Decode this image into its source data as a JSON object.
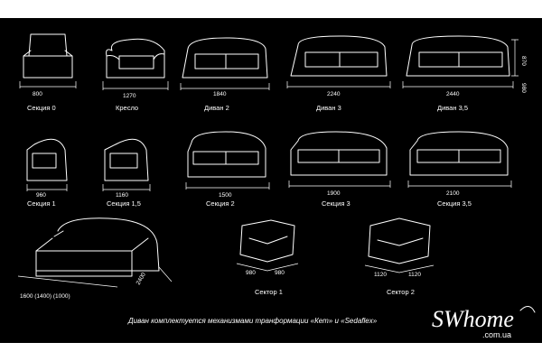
{
  "items": [
    {
      "label": "Секция 0",
      "dim": "800"
    },
    {
      "label": "Кресло",
      "dim": "1270"
    },
    {
      "label": "Диван 2",
      "dim": "1840"
    },
    {
      "label": "Диван 3",
      "dim": "2240"
    },
    {
      "label": "Диван 3,5",
      "dim": "2440",
      "depth": "980",
      "height": "870"
    },
    {
      "label": "Секция 1",
      "dim": "960"
    },
    {
      "label": "Секция 1,5",
      "dim": "1160"
    },
    {
      "label": "Секция 2",
      "dim": "1500"
    },
    {
      "label": "Секция 3",
      "dim": "1900"
    },
    {
      "label": "Секция 3,5",
      "dim": "2100"
    },
    {
      "label": "Сектор 1",
      "dim_left": "980",
      "dim_right": "980"
    },
    {
      "label": "Сектор 2",
      "dim_left": "1120",
      "dim_right": "1120"
    }
  ],
  "bed": {
    "width": "1600 (1400) (1000)",
    "length": "2400"
  },
  "caption": "Диван  комплектуется   механизмами  транформации «Кет» и «Sedaflex»",
  "logo": {
    "name": "SWhome",
    "domain": ".com.ua"
  }
}
